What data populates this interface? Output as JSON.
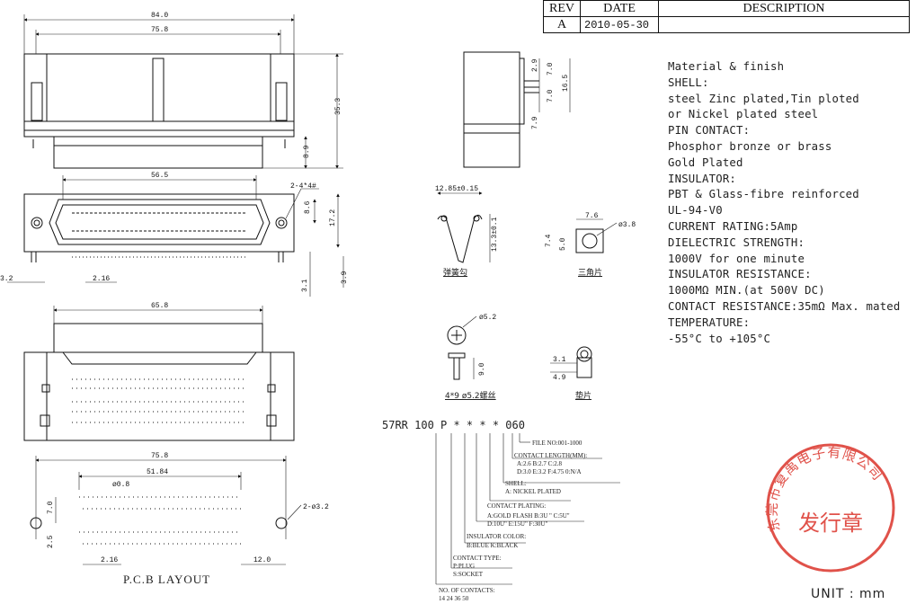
{
  "rev_table": {
    "headers": [
      "REV",
      "DATE",
      "DESCRIPTION"
    ],
    "row": [
      "A",
      "2010-05-30",
      ""
    ]
  },
  "specs": [
    "Material & finish",
    "SHELL:",
    "steel Zinc plated,Tin ploted",
    "or Nickel plated steel",
    "PIN CONTACT:",
    "Phosphor bronze or brass",
    "Gold Plated",
    "INSULATOR:",
    "PBT & Glass-fibre reinforced",
    "UL-94-V0",
    "CURRENT RATING:5Amp",
    "DIELECTRIC STRENGTH:",
    "1000V for one minute",
    "INSULATOR RESISTANCE:",
    "1000MΩ MIN.(at 500V DC)",
    "CONTACT RESISTANCE:35mΩ Max. mated",
    "TEMPERATURE:",
    "-55°C to +105°C"
  ],
  "dims": {
    "top_overall": "84.0",
    "top_inner": "75.8",
    "height_total": "35.3",
    "height_lower": "8.9",
    "front_width": "56.5",
    "holes": "2-4*4#",
    "front_h1": "8.6",
    "front_h2": "17.2",
    "pin_a": "3.2",
    "pitch": "2.16",
    "h3": "3.1",
    "h4": "3.9",
    "bottom_width": "65.8",
    "pcb_width": "75.8",
    "pcb_inner": "51.84",
    "pcb_hole": "ø0.8",
    "pcb_mount": "2-ø3.2",
    "pcb_row": "7.0",
    "pcb_row2": "2.5",
    "pcb_pitch": "2.16",
    "pcb_edge": "12.0",
    "side_a": "2.9",
    "side_b": "7.0",
    "side_c": "16.5",
    "side_d": "7.0",
    "side_e": "7.9",
    "spring_w": "12.85±0.15",
    "spring_h": "13.3±0.1",
    "tri_w": "7.6",
    "tri_hole": "ø3.8",
    "tri_h1": "7.4",
    "tri_h2": "5.0",
    "screw_d": "ø5.2",
    "screw_len": "9.0",
    "washer_a": "3.1",
    "washer_b": "4.9"
  },
  "labels": {
    "pcb_layout": "P.C.B LAYOUT",
    "spring_label": "弹簧勾",
    "tri_label": "三角片",
    "screw_label": "4*9  ø5.2螺丝",
    "washer_label": "垫片",
    "unit": "UNIT : mm",
    "stamp_text": "东莞市复禹电子有限公司",
    "stamp_center": "发行章"
  },
  "part_number": {
    "code": "57RR  100  P  *  *  *  *  060",
    "file_no": "FILE NO:001-1000",
    "contact_length": "CONTACT LENGTH(MM):",
    "cl_1": "A:2.6    B:2.7    C:2.8",
    "cl_2": "D:3.0    E:3.2    F:4.75   0:N/A",
    "shell": "SHELL:",
    "shell_1": "A: NICKEL PLATED",
    "plating": "CONTACT PLATING:",
    "plating_1": "A:GOLD FLASH   B:3U \" C:5U\"",
    "plating_2": "D:10U\"  E:15U\"  F:30U\"",
    "color": "INSULATOR COLOR:",
    "color_1": "B:BLUE  K:BLACK",
    "ctype": "CONTACT TYPE:",
    "ctype_1": "P:PLUG",
    "ctype_2": "S:SOCKET",
    "contacts": "NO. OF CONTACTS:",
    "contacts_1": "14  24  36  50"
  },
  "colors": {
    "stamp": "#e0524a",
    "line": "#111111"
  }
}
